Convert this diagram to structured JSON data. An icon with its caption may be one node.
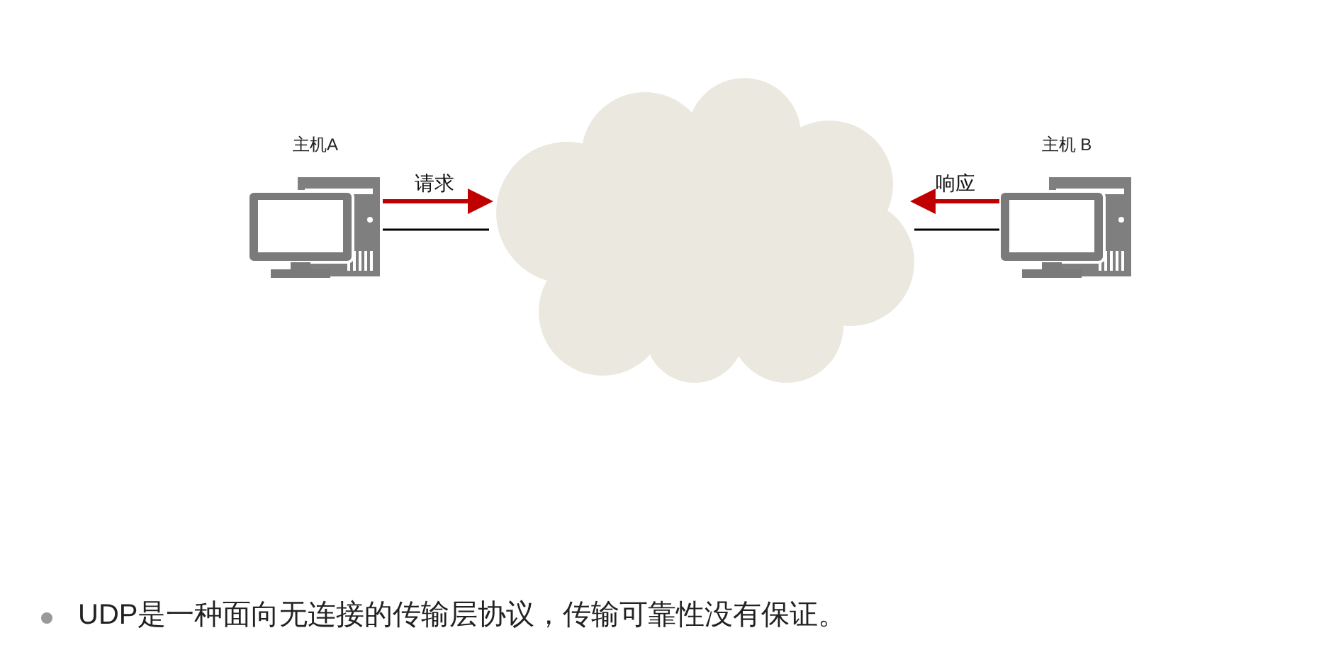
{
  "diagram": {
    "nodes": [
      {
        "text": [
          "主机A"
        ]
      },
      {
        "text": [],
        "shape": "cloud"
      },
      {
        "text": [
          "主机 B"
        ]
      }
    ],
    "edges": [
      {
        "from": 0,
        "to": 1,
        "arrow": "none"
      },
      {
        "from": 1,
        "to": 2,
        "arrow": "none"
      },
      {
        "from": 0,
        "to": 1,
        "arrow": "to",
        "label": "请求",
        "color": "#c00000",
        "style": "thick"
      },
      {
        "from": 2,
        "to": 1,
        "arrow": "to",
        "label": "响应",
        "color": "#c00000",
        "style": "thick"
      }
    ],
    "labels": [
      "UDP是一种面向无连接的传输层协议，传输可靠性没有保证。"
    ]
  }
}
